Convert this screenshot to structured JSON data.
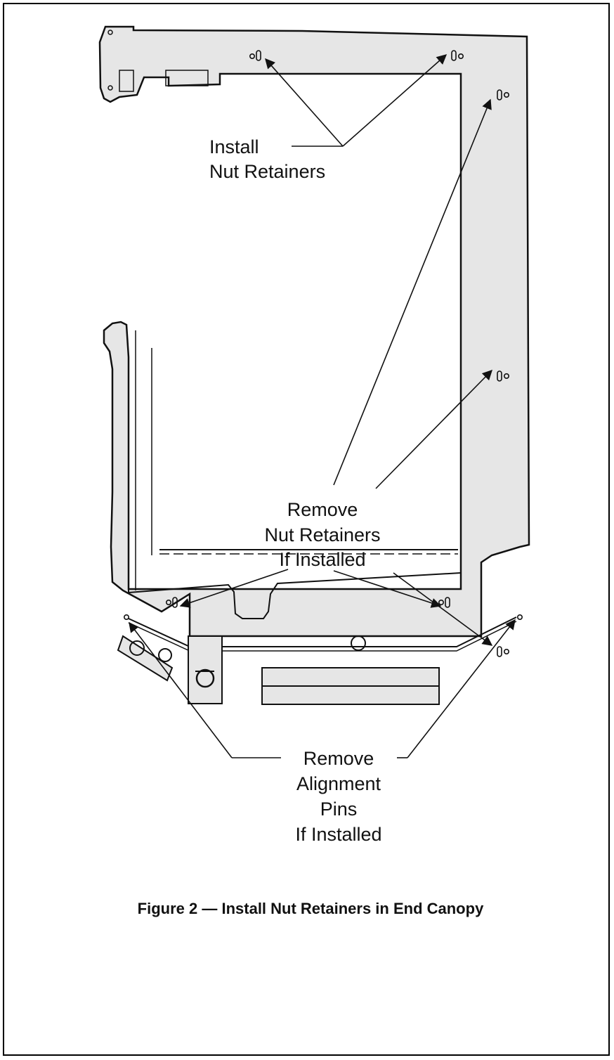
{
  "labels": {
    "install": [
      "Install",
      "Nut Retainers"
    ],
    "remove_nuts": [
      "Remove",
      "Nut Retainers",
      "If Installed"
    ],
    "remove_pins": [
      "Remove",
      "Alignment",
      "Pins",
      "If Installed"
    ]
  },
  "caption": "Figure 2 — Install Nut Retainers in End Canopy",
  "colors": {
    "panel_fill": "#e6e6e6",
    "line": "#111111",
    "frame": "#000000"
  }
}
